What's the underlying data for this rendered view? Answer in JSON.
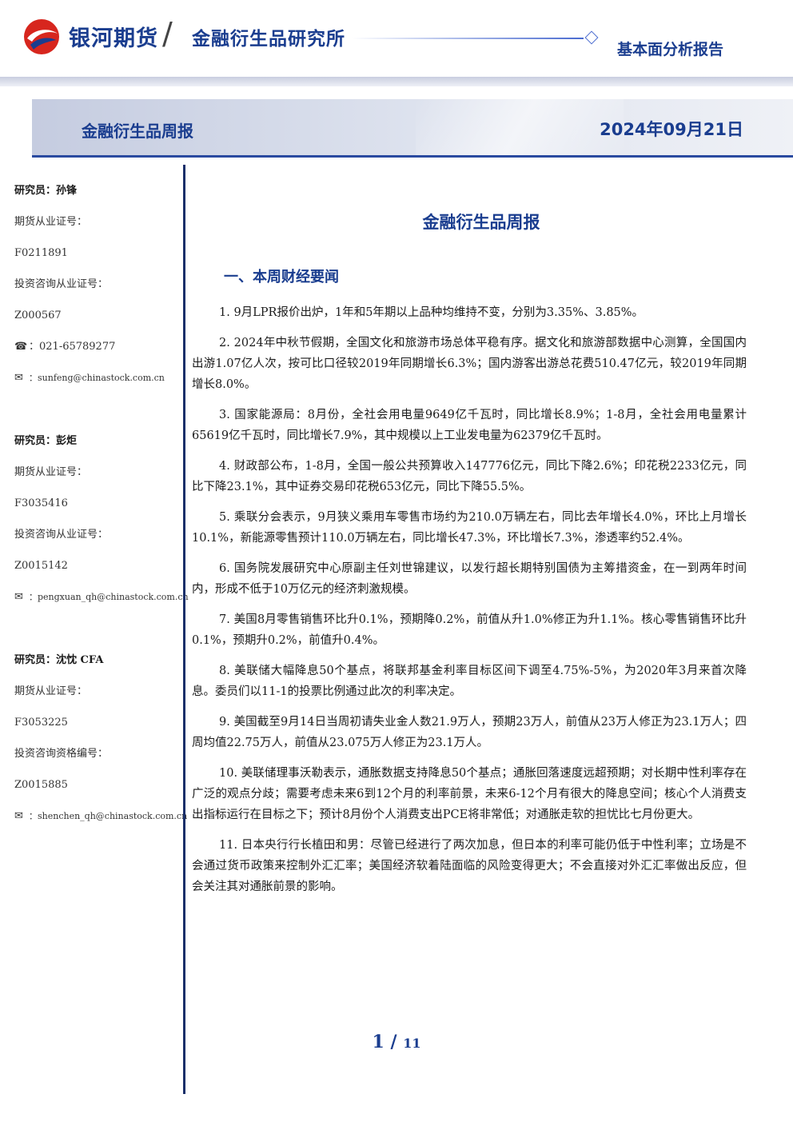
{
  "header": {
    "brand": "银河期货",
    "institute": "金融衍生品研究所",
    "report_type": "基本面分析报告"
  },
  "title_bar": {
    "title": "金融衍生品周报",
    "date": "2024年09月21日"
  },
  "colors": {
    "brand_blue": "#1a3d8f",
    "accent_red": "#d7261e"
  },
  "analysts": [
    {
      "name": "研究员：孙锋",
      "license_label": "期货从业证号：",
      "license": "F0211891",
      "consult_label": "投资咨询从业证号：",
      "consult": "Z000567",
      "phone_icon": "phone-icon",
      "phone": "：021-65789277",
      "email_icon": "envelope-icon",
      "email": "：sunfeng@chinastock.com.cn"
    },
    {
      "name": "研究员：彭炬",
      "license_label": "期货从业证号：",
      "license": "F3035416",
      "consult_label": "投资咨询从业证号：",
      "consult": "Z0015142",
      "email_icon": "envelope-icon",
      "email": "：pengxuan_qh@chinastock.com.cn"
    },
    {
      "name": "研究员：沈忱 CFA",
      "license_label": "期货从业证号：",
      "license": "F3053225",
      "consult_label": "投资咨询资格编号：",
      "consult": "Z0015885",
      "email_icon": "envelope-icon",
      "email": "：shenchen_qh@chinastock.com.cn"
    }
  ],
  "main": {
    "title": "金融衍生品周报",
    "section": "一、本周财经要闻",
    "paragraphs": [
      "1. 9月LPR报价出炉，1年和5年期以上品种均维持不变，分别为3.35%、3.85%。",
      "2. 2024年中秋节假期，全国文化和旅游市场总体平稳有序。据文化和旅游部数据中心测算，全国国内出游1.07亿人次，按可比口径较2019年同期增长6.3%；国内游客出游总花费510.47亿元，较2019年同期增长8.0%。",
      "3. 国家能源局：8月份，全社会用电量9649亿千瓦时，同比增长8.9%；1-8月，全社会用电量累计65619亿千瓦时，同比增长7.9%，其中规模以上工业发电量为62379亿千瓦时。",
      "4. 财政部公布，1-8月，全国一般公共预算收入147776亿元，同比下降2.6%；印花税2233亿元，同比下降23.1%，其中证券交易印花税653亿元，同比下降55.5%。",
      "5. 乘联分会表示，9月狭义乘用车零售市场约为210.0万辆左右，同比去年增长4.0%，环比上月增长10.1%，新能源零售预计110.0万辆左右，同比增长47.3%，环比增长7.3%，渗透率约52.4%。",
      "6. 国务院发展研究中心原副主任刘世锦建议，以发行超长期特别国债为主筹措资金，在一到两年时间内，形成不低于10万亿元的经济刺激规模。",
      "7. 美国8月零售销售环比升0.1%，预期降0.2%，前值从升1.0%修正为升1.1%。核心零售销售环比升0.1%，预期升0.2%，前值升0.4%。",
      "8. 美联储大幅降息50个基点，将联邦基金利率目标区间下调至4.75%-5%，为2020年3月来首次降息。委员们以11-1的投票比例通过此次的利率决定。",
      "9. 美国截至9月14日当周初请失业金人数21.9万人，预期23万人，前值从23万人修正为23.1万人；四周均值22.75万人，前值从23.075万人修正为23.1万人。",
      "10. 美联储理事沃勒表示，通胀数据支持降息50个基点；通胀回落速度远超预期；对长期中性利率存在广泛的观点分歧；需要考虑未来6到12个月的利率前景，未来6-12个月有很大的降息空间；核心个人消费支出指标运行在目标之下；预计8月份个人消费支出PCE将非常低；对通胀走软的担忧比七月份更大。",
      "11. 日本央行行长植田和男：尽管已经进行了两次加息，但日本的利率可能仍低于中性利率；立场是不会通过货币政策来控制外汇汇率；美国经济软着陆面临的风险变得更大；不会直接对外汇汇率做出反应，但会关注其对通胀前景的影响。"
    ]
  },
  "footer": {
    "page": "1",
    "separator": " / ",
    "total": "11"
  }
}
